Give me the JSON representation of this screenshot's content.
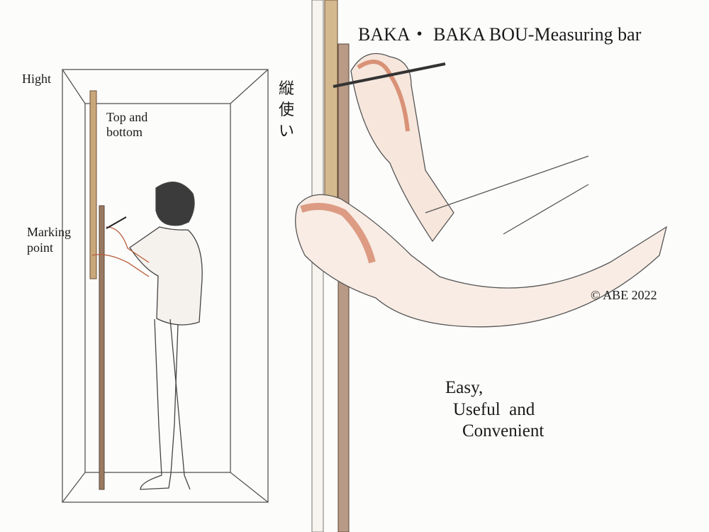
{
  "title": "BAKA・ BAKA BOU-Measuring bar",
  "labels": {
    "hight": "Hight",
    "top_and_bottom": "Top and bottom",
    "marking_point": "Marking point",
    "vertical_use": "縦使い",
    "copyright": "© ABE 2022"
  },
  "slogan": {
    "line1": "Easy,",
    "line2": "Useful  and",
    "line3": "Convenient"
  },
  "colors": {
    "bar_wood": "#c9a77a",
    "bar_dark": "#8a6a4f",
    "skin_shade": "#c65a33",
    "line": "#3a3a3a"
  }
}
